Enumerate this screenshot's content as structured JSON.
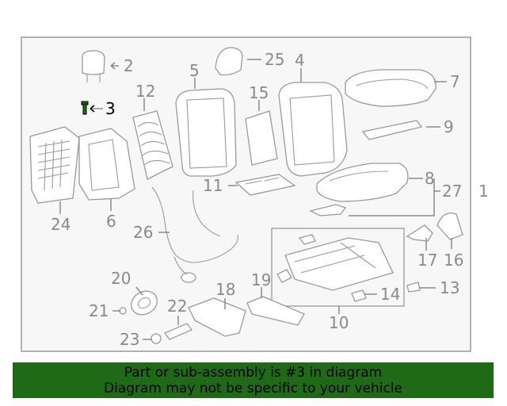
{
  "callouts": [
    {
      "id": "1",
      "label": "1"
    },
    {
      "id": "2",
      "label": "2"
    },
    {
      "id": "3",
      "label": "3"
    },
    {
      "id": "4",
      "label": "4"
    },
    {
      "id": "5",
      "label": "5"
    },
    {
      "id": "6",
      "label": "6"
    },
    {
      "id": "7",
      "label": "7"
    },
    {
      "id": "8",
      "label": "8"
    },
    {
      "id": "9",
      "label": "9"
    },
    {
      "id": "10",
      "label": "10"
    },
    {
      "id": "11",
      "label": "11"
    },
    {
      "id": "12",
      "label": "12"
    },
    {
      "id": "13",
      "label": "13"
    },
    {
      "id": "14",
      "label": "14"
    },
    {
      "id": "15",
      "label": "15"
    },
    {
      "id": "16",
      "label": "16"
    },
    {
      "id": "17",
      "label": "17"
    },
    {
      "id": "18",
      "label": "18"
    },
    {
      "id": "19",
      "label": "19"
    },
    {
      "id": "20",
      "label": "20"
    },
    {
      "id": "21",
      "label": "21"
    },
    {
      "id": "22",
      "label": "22"
    },
    {
      "id": "23",
      "label": "23"
    },
    {
      "id": "24",
      "label": "24"
    },
    {
      "id": "25",
      "label": "25"
    },
    {
      "id": "26",
      "label": "26"
    },
    {
      "id": "27",
      "label": "27"
    }
  ],
  "highlighted_part": "3",
  "colors": {
    "banner_bg": "#1e6a17",
    "callout": "#8a8a8a",
    "highlight": "#000000"
  },
  "banner": {
    "line1": "Part or sub-assembly is #3 in diagram",
    "line2": "Diagram may not be specific to your vehicle"
  }
}
